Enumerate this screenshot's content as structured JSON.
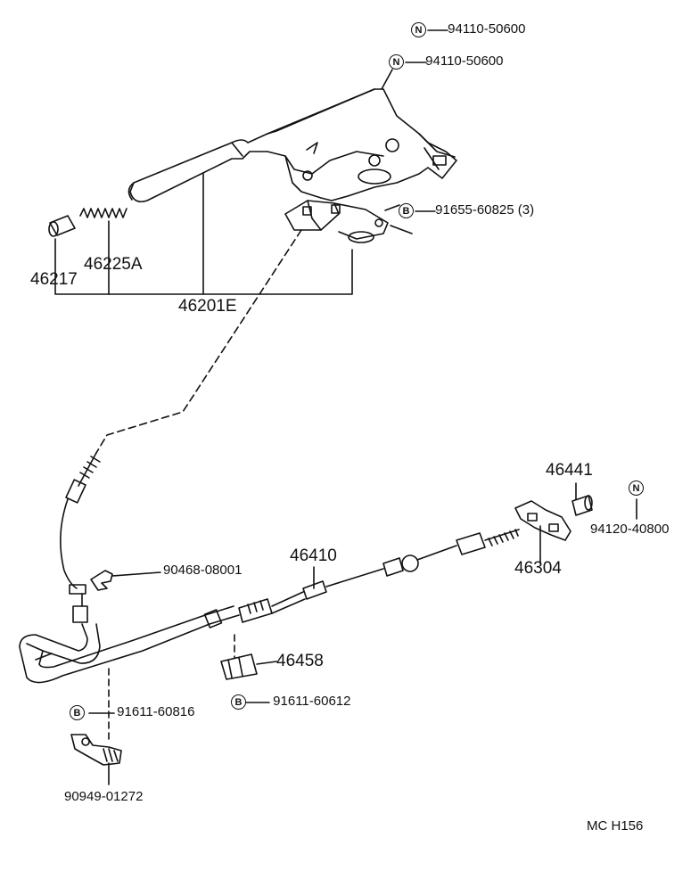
{
  "callouts": {
    "n1": {
      "symbol": "N",
      "part": "94110-50600"
    },
    "n2": {
      "symbol": "N",
      "part": "94110-50600"
    },
    "b1": {
      "symbol": "B",
      "part": "91655-60825 (3)"
    },
    "n3": {
      "symbol": "N",
      "part": "94120-40800"
    },
    "b2": {
      "symbol": "B",
      "part": "91611-60816"
    },
    "b3": {
      "symbol": "B",
      "part": "91611-60612"
    }
  },
  "parts": {
    "p46217": "46217",
    "p46225a": "46225A",
    "p46201e": "46201E",
    "p46441": "46441",
    "p46410": "46410",
    "p46304": "46304",
    "p46458": "46458",
    "p90468": "90468-08001",
    "p90949": "90949-01272"
  },
  "diagram_code": "MC  H156"
}
